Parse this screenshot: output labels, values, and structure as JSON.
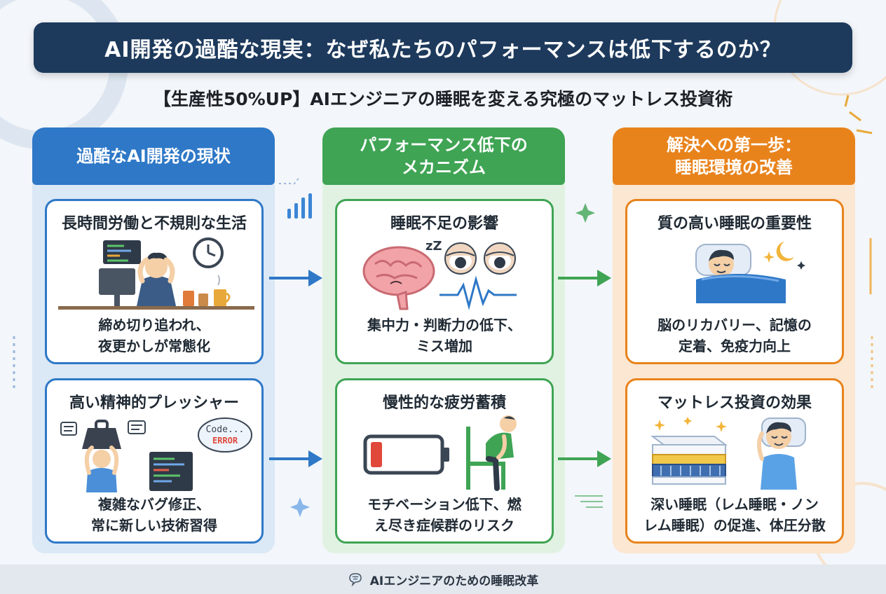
{
  "header": {
    "title": "AI開発の過酷な現実：なぜ私たちのパフォーマンスは低下するのか？",
    "subtitle": "【生産性50%UP】AIエンジニアの睡眠を変える究極のマットレス投資術"
  },
  "columns": [
    {
      "heading": [
        "過酷なAI開発の現状"
      ],
      "cards": [
        {
          "title": "長時間労働と不規則な生活",
          "text": [
            "締め切り追われ、",
            "夜更かしが常態化"
          ],
          "icon": "overworked-engineer-icon"
        },
        {
          "title": "高い精神的プレッシャー",
          "text": [
            "複雑なバグ修正、",
            "常に新しい技術習得"
          ],
          "icon": "pressure-weight-icon",
          "bubble": [
            "Code...",
            "ERROR"
          ]
        }
      ]
    },
    {
      "heading": [
        "パフォーマンス低下の",
        "メカニズム"
      ],
      "cards": [
        {
          "title": "睡眠不足の影響",
          "text": [
            "集中力・判断力の低下、",
            "ミス増加"
          ],
          "icon": "tired-brain-icon",
          "zz": "zZ"
        },
        {
          "title": "慢性的な疲労蓄積",
          "text": [
            "モチベーション低下、燃",
            "え尽き症候群のリスク"
          ],
          "icon": "low-battery-icon"
        }
      ]
    },
    {
      "heading": [
        "解決への第一歩：",
        "睡眠環境の改善"
      ],
      "cards": [
        {
          "title": "質の高い睡眠の重要性",
          "text": [
            "脳のリカバリー、記憶の",
            "定着、免疫力向上"
          ],
          "icon": "sleeping-person-icon"
        },
        {
          "title": "マットレス投資の効果",
          "text": [
            "深い睡眠（レム睡眠・ノン",
            "レム睡眠）の促進、体圧分散"
          ],
          "icon": "mattress-icon"
        }
      ]
    }
  ],
  "footer": {
    "label": "AIエンジニアのための睡眠改革",
    "icon": "brain-chat-icon"
  },
  "colors": {
    "navy": "#1d3a5c",
    "blue": "#2e78c7",
    "green": "#3fa454",
    "orange": "#e8831c"
  }
}
